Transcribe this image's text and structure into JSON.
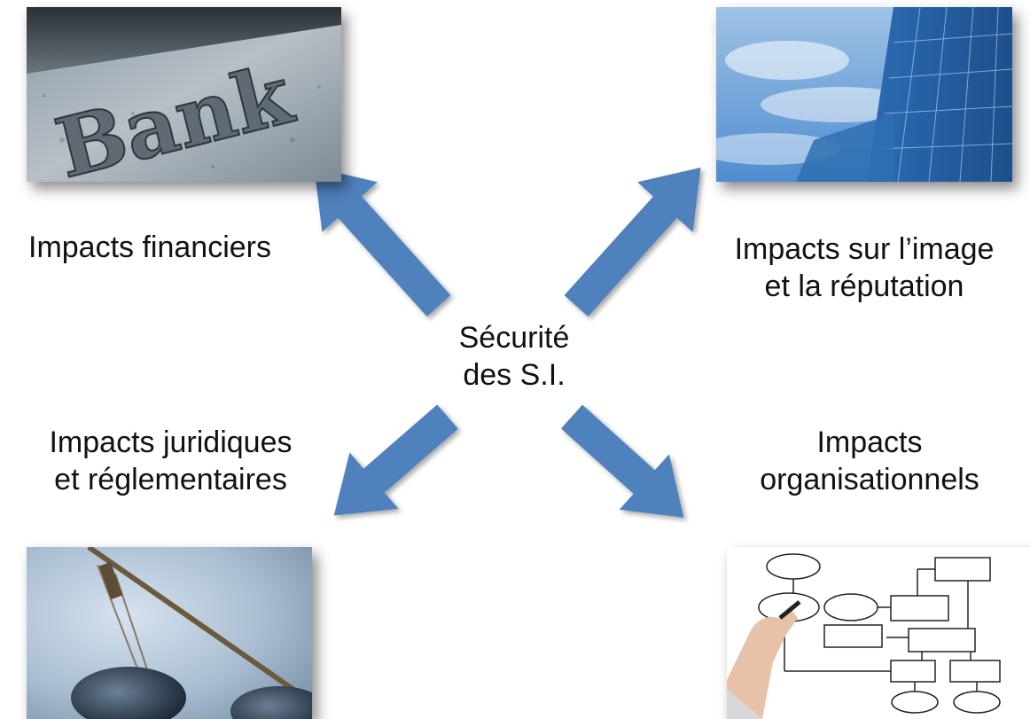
{
  "center": {
    "line1": "Sécurité",
    "line2": "des S.I."
  },
  "labels": {
    "financial": "Impacts financiers",
    "image_line1": "Impacts sur l’image",
    "image_line2": "et la réputation",
    "legal_line1": "Impacts juridiques",
    "legal_line2": "et réglementaires",
    "org_line1": "Impacts",
    "org_line2": "organisationnels"
  },
  "images": {
    "bank_sign_text": "Bank"
  },
  "colors": {
    "arrow": "#4f81bd"
  }
}
